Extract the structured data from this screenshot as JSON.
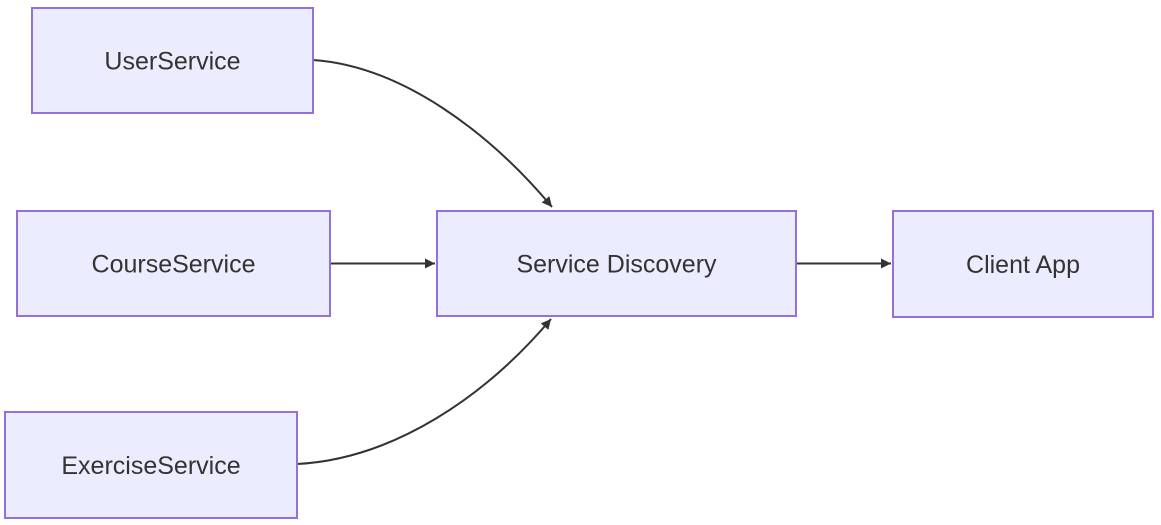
{
  "diagram": {
    "type": "flowchart",
    "direction": "left-to-right",
    "theme": {
      "background": "#ffffff",
      "node_fill": "#ECECFF",
      "node_border": "#9370DB",
      "edge_color": "#333333",
      "text_color": "#333333"
    },
    "nodes": [
      {
        "id": "user-service",
        "label": "UserService"
      },
      {
        "id": "course-service",
        "label": "CourseService"
      },
      {
        "id": "exercise-service",
        "label": "ExerciseService"
      },
      {
        "id": "service-discovery",
        "label": "Service Discovery"
      },
      {
        "id": "client-app",
        "label": "Client App"
      }
    ],
    "edges": [
      {
        "from": "UserService",
        "to": "Service Discovery",
        "style": "curved-arrow"
      },
      {
        "from": "CourseService",
        "to": "Service Discovery",
        "style": "straight-arrow"
      },
      {
        "from": "ExerciseService",
        "to": "Service Discovery",
        "style": "curved-arrow"
      },
      {
        "from": "Service Discovery",
        "to": "Client App",
        "style": "straight-arrow"
      }
    ]
  }
}
